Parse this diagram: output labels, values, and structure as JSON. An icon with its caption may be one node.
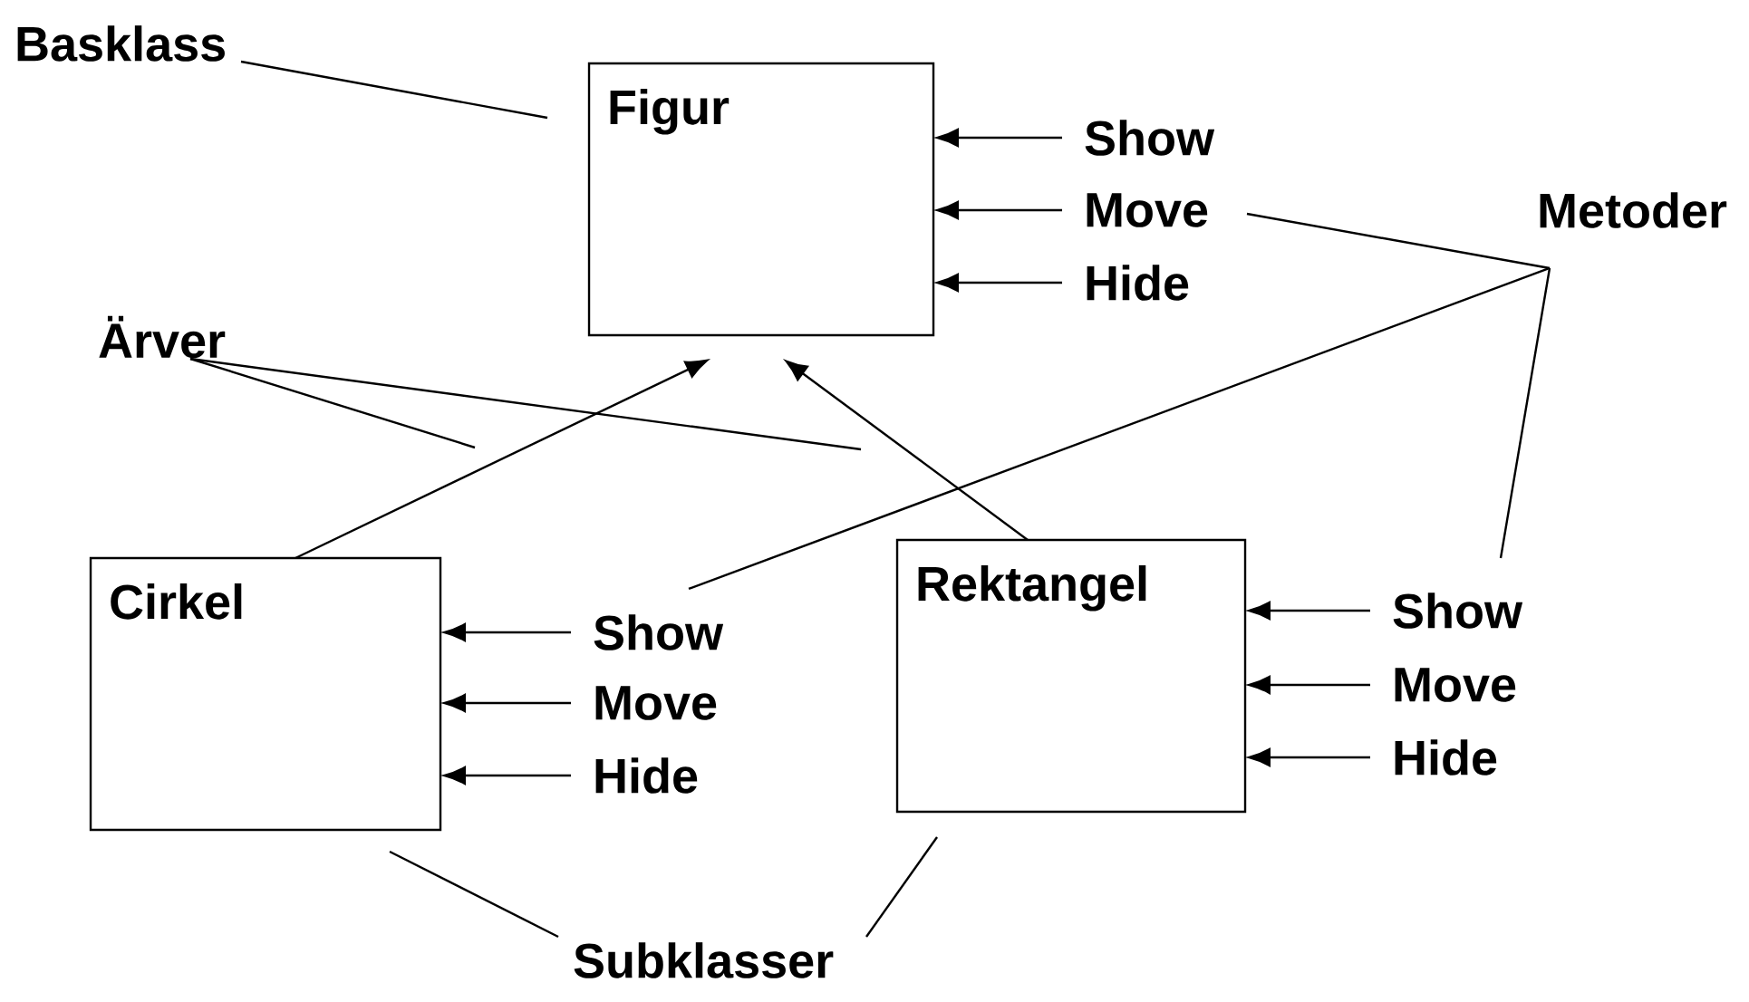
{
  "diagram": {
    "nodes": [
      {
        "text": [
          "Figur"
        ]
      },
      {
        "text": [
          "Cirkel"
        ]
      },
      {
        "text": [
          "Rektangel"
        ]
      },
      {
        "text": [
          "Show"
        ]
      },
      {
        "text": [
          "Move"
        ]
      },
      {
        "text": [
          "Hide"
        ]
      },
      {
        "text": [
          "Show"
        ]
      },
      {
        "text": [
          "Move"
        ]
      },
      {
        "text": [
          "Hide"
        ]
      },
      {
        "text": [
          "Show"
        ]
      },
      {
        "text": [
          "Move"
        ]
      },
      {
        "text": [
          "Hide"
        ]
      },
      {
        "text": [
          "Basklass"
        ]
      },
      {
        "text": [
          "Ärver"
        ]
      },
      {
        "text": [
          "Metoder"
        ]
      },
      {
        "text": [
          "Subklasser"
        ]
      }
    ],
    "edges": [
      {
        "from": 12,
        "to": 0,
        "arrow": "none"
      },
      {
        "from": 13,
        "to": null,
        "arrow": "none"
      },
      {
        "from": 13,
        "to": null,
        "arrow": "none"
      },
      {
        "from": 1,
        "to": 0,
        "arrow": "to"
      },
      {
        "from": 2,
        "to": 0,
        "arrow": "to"
      },
      {
        "from": 3,
        "to": 0,
        "arrow": "to"
      },
      {
        "from": 4,
        "to": 0,
        "arrow": "to"
      },
      {
        "from": 5,
        "to": 0,
        "arrow": "to"
      },
      {
        "from": 6,
        "to": 1,
        "arrow": "to"
      },
      {
        "from": 7,
        "to": 1,
        "arrow": "to"
      },
      {
        "from": 8,
        "to": 1,
        "arrow": "to"
      },
      {
        "from": 9,
        "to": 2,
        "arrow": "to"
      },
      {
        "from": 10,
        "to": 2,
        "arrow": "to"
      },
      {
        "from": 11,
        "to": 2,
        "arrow": "to"
      },
      {
        "from": 14,
        "to": 4,
        "arrow": "none"
      },
      {
        "from": 14,
        "to": 6,
        "arrow": "none"
      },
      {
        "from": 14,
        "to": 9,
        "arrow": "none"
      },
      {
        "from": 15,
        "to": 1,
        "arrow": "none"
      },
      {
        "from": 15,
        "to": 2,
        "arrow": "none"
      }
    ]
  }
}
